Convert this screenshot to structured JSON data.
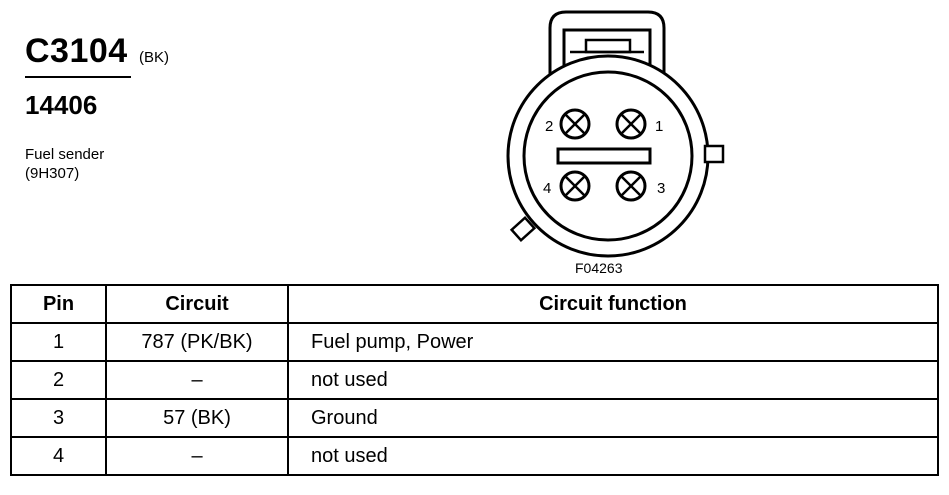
{
  "connector": {
    "id": "C3104",
    "color_code": "(BK)",
    "part_number": "14406",
    "description_line1": "Fuel sender",
    "description_line2": "(9H307)",
    "figure_id": "F04263",
    "pin_labels": [
      "1",
      "2",
      "3",
      "4"
    ]
  },
  "table": {
    "headers": [
      "Pin",
      "Circuit",
      "Circuit function"
    ],
    "rows": [
      {
        "pin": "1",
        "circuit": "787 (PK/BK)",
        "function": "Fuel pump, Power"
      },
      {
        "pin": "2",
        "circuit": "–",
        "function": "not used"
      },
      {
        "pin": "3",
        "circuit": "57 (BK)",
        "function": "Ground"
      },
      {
        "pin": "4",
        "circuit": "–",
        "function": "not used"
      }
    ]
  }
}
